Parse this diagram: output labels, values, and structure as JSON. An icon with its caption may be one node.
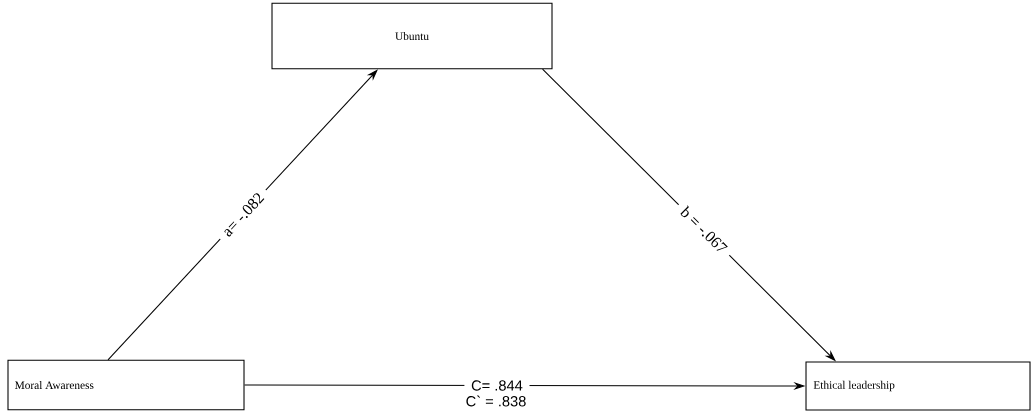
{
  "diagram": {
    "nodes": [
      {
        "text": [
          "Moral Awareness"
        ]
      },
      {
        "text": [
          "Ubuntu"
        ]
      },
      {
        "text": [
          "Ethical leadership"
        ]
      }
    ],
    "edges": [
      {
        "from": 0,
        "to": 1,
        "arrow": "to",
        "label": "a= -.082"
      },
      {
        "from": 1,
        "to": 2,
        "arrow": "to",
        "label": "b = -.067"
      },
      {
        "from": 0,
        "to": 2,
        "arrow": "to",
        "label": "C= .844"
      }
    ],
    "labels": [
      "C` = .838"
    ]
  }
}
